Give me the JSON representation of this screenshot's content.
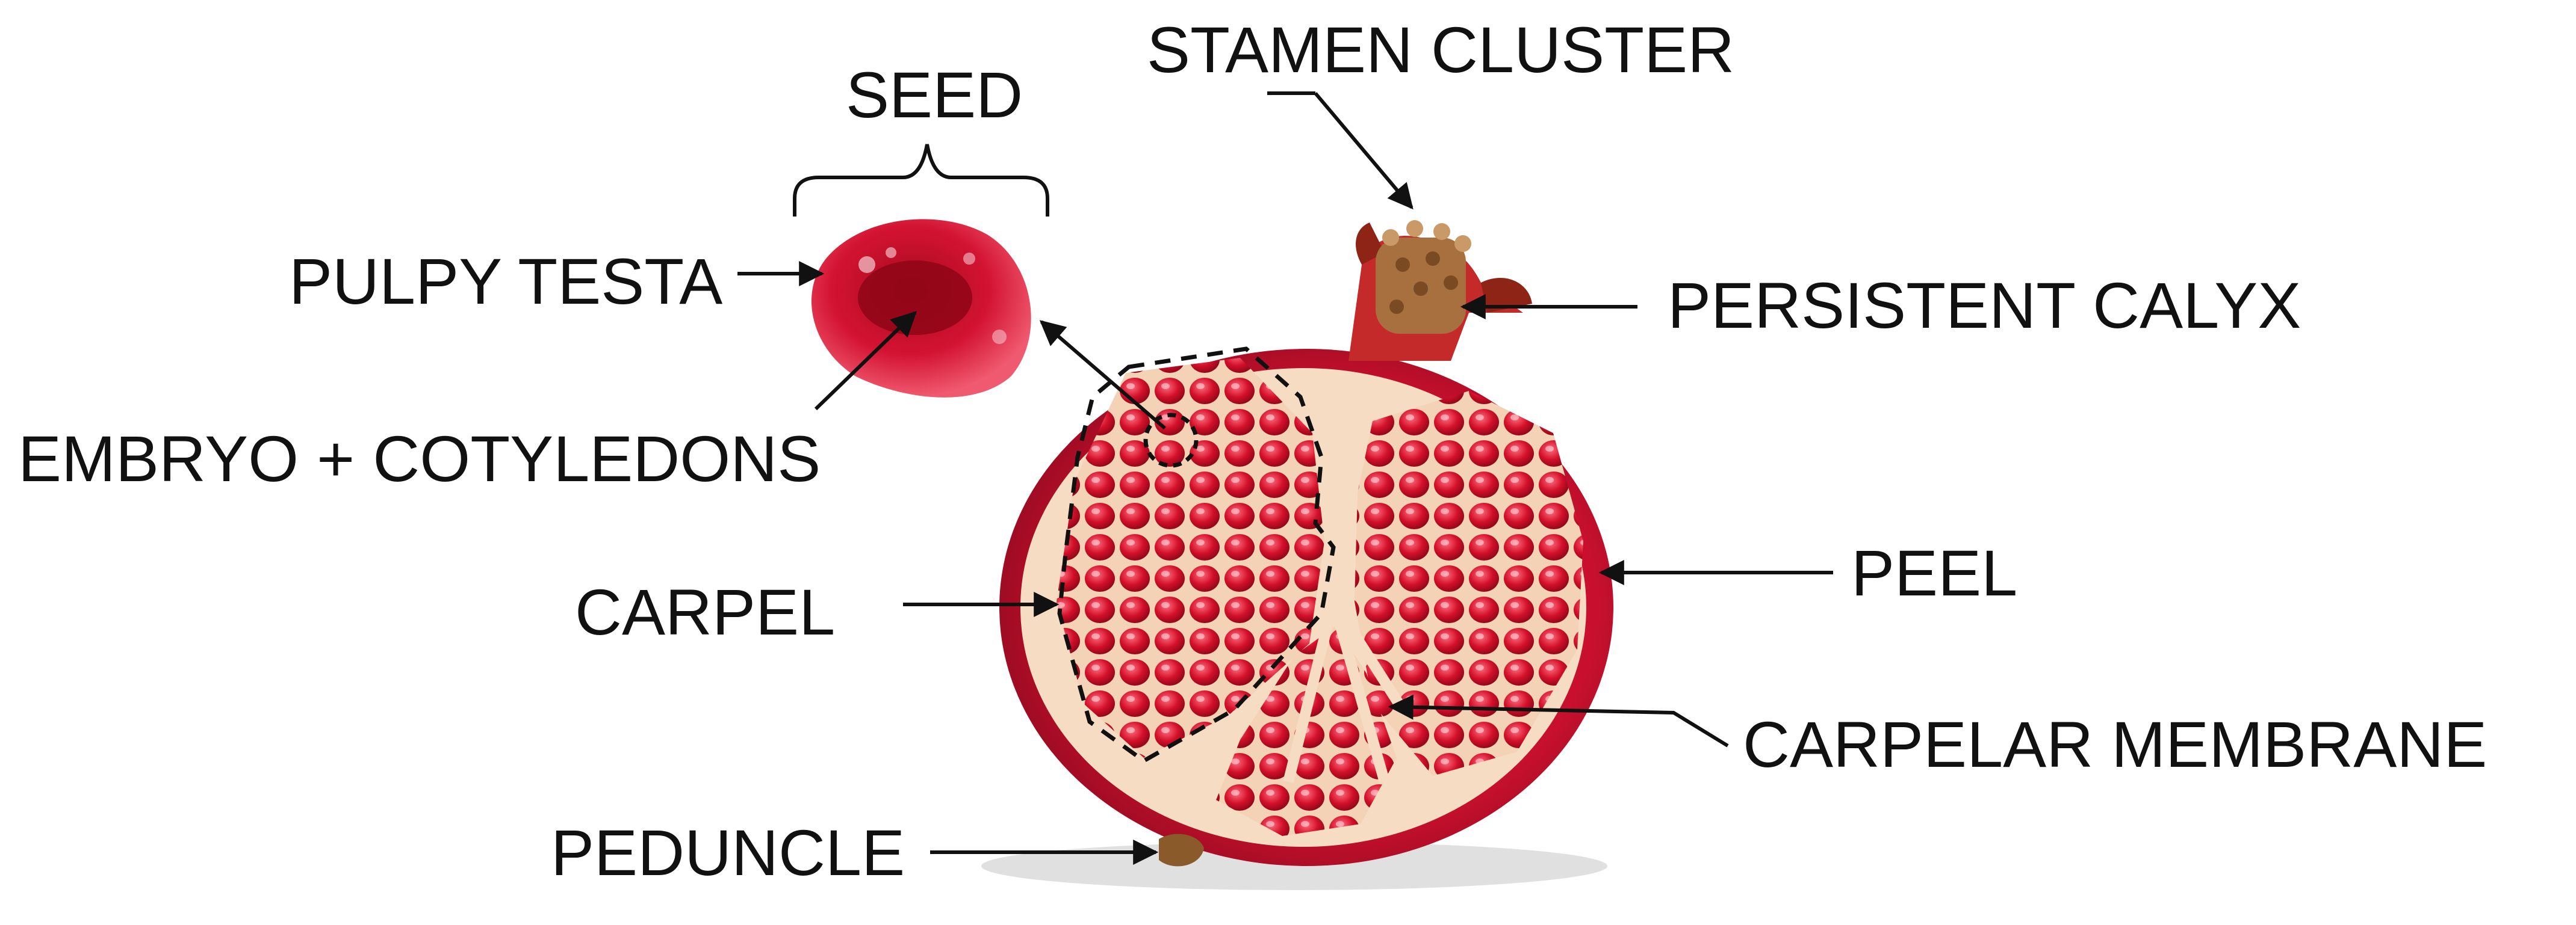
{
  "labels": {
    "seed": "SEED",
    "stamen_cluster": "STAMEN CLUSTER",
    "pulpy_testa": "PULPY TESTA",
    "persistent_calyx": "PERSISTENT CALYX",
    "embryo_cotyledons": "EMBRYO + COTYLEDONS",
    "peel": "PEEL",
    "carpel": "CARPEL",
    "carpelar_membrane": "CARPELAR MEMBRANE",
    "peduncle": "PEDUNCLE"
  },
  "colors": {
    "text": "#111111",
    "peel": "#c8102e",
    "pith": "#f6dcc3",
    "aril": "#d3102a",
    "calyx": "#9b2c1a"
  }
}
